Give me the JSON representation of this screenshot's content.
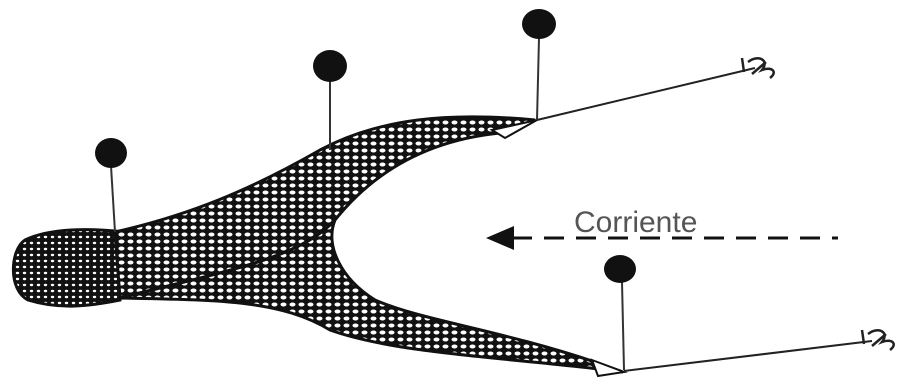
{
  "diagram": {
    "current_label": "Corriente",
    "colors": {
      "ink": "#111111",
      "net_light": "#ffffff",
      "line": "#222222",
      "label": "#555555",
      "background": "#ffffff"
    },
    "float_count": 4,
    "anchor_count": 2,
    "icons": [
      "float-buoy-icon",
      "anchor-icon",
      "arrow-left-icon"
    ]
  }
}
